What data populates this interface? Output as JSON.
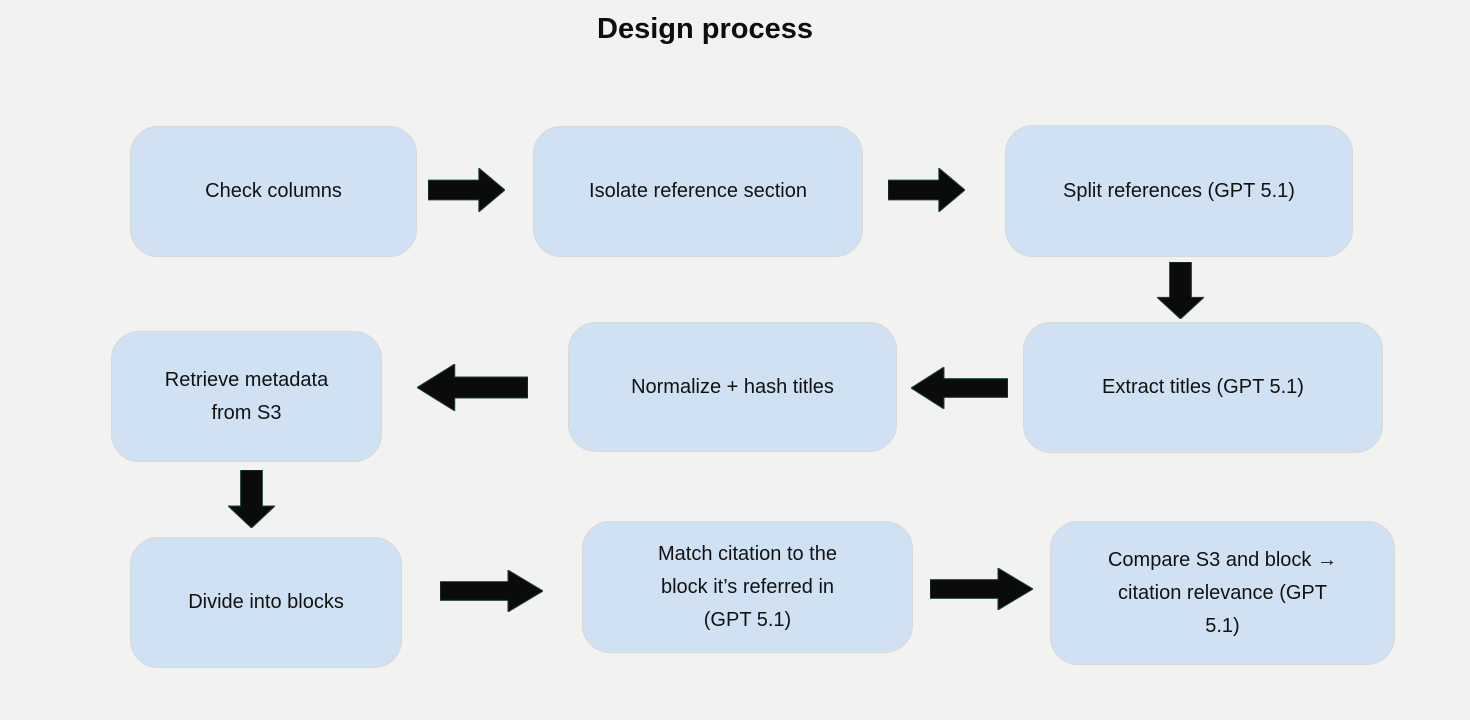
{
  "title": "Design process",
  "colors": {
    "background": "#f2f2f1",
    "node_fill": "#cfe1f2",
    "node_border": "#d8d8d8",
    "arrow_fill": "#0b0b0b",
    "text": "#111111"
  },
  "flowchart": {
    "nodes": [
      {
        "id": "check-columns",
        "label": "Check columns"
      },
      {
        "id": "isolate-reference-section",
        "label": "Isolate reference section"
      },
      {
        "id": "split-references",
        "label": "Split references (GPT 5.1)"
      },
      {
        "id": "extract-titles",
        "label": "Extract titles (GPT 5.1)"
      },
      {
        "id": "normalize-hash-titles",
        "label": "Normalize + hash titles"
      },
      {
        "id": "retrieve-metadata-s3",
        "label": "Retrieve metadata\nfrom S3"
      },
      {
        "id": "divide-into-blocks",
        "label": "Divide into blocks"
      },
      {
        "id": "match-citation-to-block",
        "label": "Match citation to the\nblock it’s referred in\n(GPT 5.1)"
      },
      {
        "id": "compare-s3-and-block",
        "label": "Compare S3 and block →\ncitation relevance  (GPT\n5.1)"
      }
    ],
    "edges": [
      {
        "from": "check-columns",
        "to": "isolate-reference-section",
        "direction": "right"
      },
      {
        "from": "isolate-reference-section",
        "to": "split-references",
        "direction": "right"
      },
      {
        "from": "split-references",
        "to": "extract-titles",
        "direction": "down"
      },
      {
        "from": "extract-titles",
        "to": "normalize-hash-titles",
        "direction": "left"
      },
      {
        "from": "normalize-hash-titles",
        "to": "retrieve-metadata-s3",
        "direction": "left"
      },
      {
        "from": "retrieve-metadata-s3",
        "to": "divide-into-blocks",
        "direction": "down"
      },
      {
        "from": "divide-into-blocks",
        "to": "match-citation-to-block",
        "direction": "right"
      },
      {
        "from": "match-citation-to-block",
        "to": "compare-s3-and-block",
        "direction": "right"
      }
    ]
  }
}
